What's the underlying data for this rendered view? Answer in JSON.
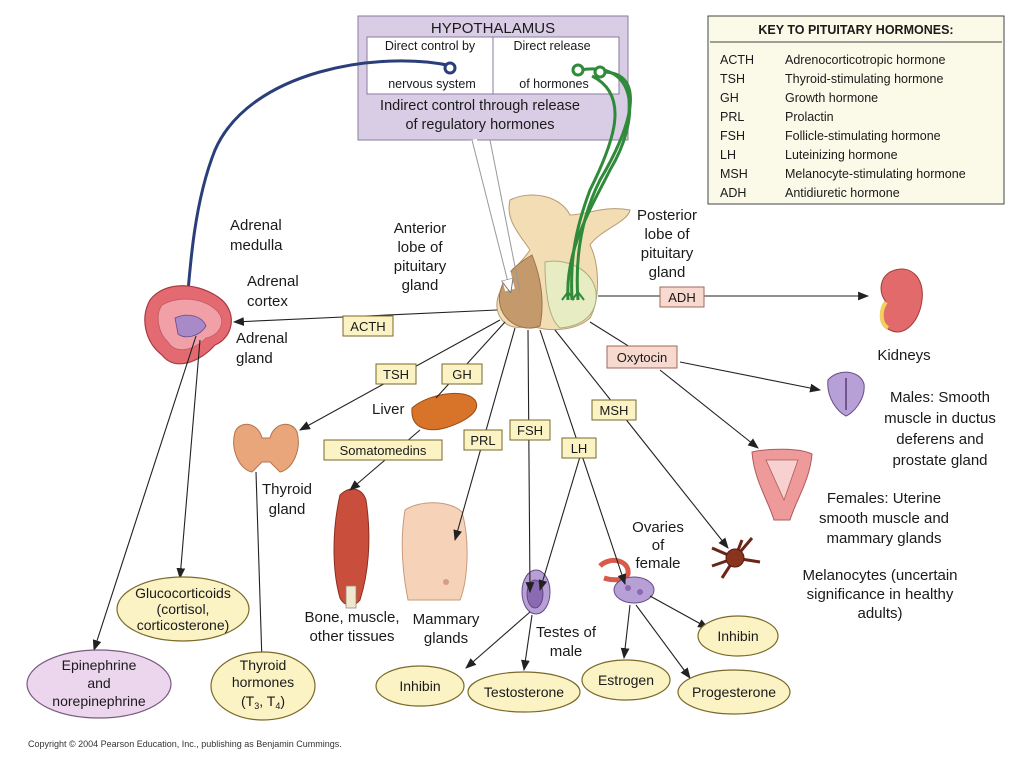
{
  "hypothalamus": {
    "title": "HYPOTHALAMUS",
    "direct_control": [
      "Direct control by",
      "nervous system"
    ],
    "direct_release": [
      "Direct release",
      "of hormones"
    ],
    "indirect": [
      "Indirect control through release",
      "of regulatory hormones"
    ]
  },
  "key": {
    "title": "KEY TO PITUITARY HORMONES:",
    "entries": [
      {
        "abbr": "ACTH",
        "name": "Adrenocorticotropic hormone"
      },
      {
        "abbr": "TSH",
        "name": "Thyroid-stimulating hormone"
      },
      {
        "abbr": "GH",
        "name": "Growth hormone"
      },
      {
        "abbr": "PRL",
        "name": "Prolactin"
      },
      {
        "abbr": "FSH",
        "name": "Follicle-stimulating hormone"
      },
      {
        "abbr": "LH",
        "name": "Luteinizing hormone"
      },
      {
        "abbr": "MSH",
        "name": "Melanocyte-stimulating hormone"
      },
      {
        "abbr": "ADH",
        "name": "Antidiuretic hormone"
      }
    ]
  },
  "pituitary": {
    "anterior": [
      "Anterior",
      "lobe of",
      "pituitary",
      "gland"
    ],
    "posterior": [
      "Posterior",
      "lobe of",
      "pituitary",
      "gland"
    ]
  },
  "hormones": {
    "acth": "ACTH",
    "tsh": "TSH",
    "gh": "GH",
    "somatomedins": "Somatomedins",
    "prl": "PRL",
    "fsh": "FSH",
    "lh": "LH",
    "msh": "MSH",
    "adh": "ADH",
    "oxytocin": "Oxytocin"
  },
  "targets": {
    "adrenal_medulla": [
      "Adrenal",
      "medulla"
    ],
    "adrenal_cortex": [
      "Adrenal",
      "cortex"
    ],
    "adrenal_gland": [
      "Adrenal",
      "gland"
    ],
    "liver": "Liver",
    "thyroid": [
      "Thyroid",
      "gland"
    ],
    "bone": [
      "Bone, muscle,",
      "other tissues"
    ],
    "mammary": [
      "Mammary",
      "glands"
    ],
    "testes": [
      "Testes of",
      "male"
    ],
    "ovaries": [
      "Ovaries",
      "of",
      "female"
    ],
    "melanocytes": [
      "Melanocytes (uncertain",
      "significance in healthy",
      "adults)"
    ],
    "kidneys": "Kidneys",
    "males": [
      "Males: Smooth",
      "muscle in ductus",
      "deferens and",
      "prostate gland"
    ],
    "females": [
      "Females: Uterine",
      "smooth muscle and",
      "mammary glands"
    ]
  },
  "outputs": {
    "glucocorticoids": [
      "Glucocorticoids",
      "(cortisol,",
      "corticosterone)"
    ],
    "epinephrine": [
      "Epinephrine",
      "and",
      "norepinephrine"
    ],
    "thyroid_hormones": [
      "Thyroid",
      "hormones"
    ],
    "thyroid_t": [
      "T",
      "3",
      ", T",
      "4",
      "("
    ],
    "inhibin_m": "Inhibin",
    "testosterone": "Testosterone",
    "estrogen": "Estrogen",
    "progesterone": "Progesterone",
    "inhibin_f": "Inhibin"
  },
  "copyright": "Copyright © 2004 Pearson Education, Inc., publishing as Benjamin Cummings."
}
